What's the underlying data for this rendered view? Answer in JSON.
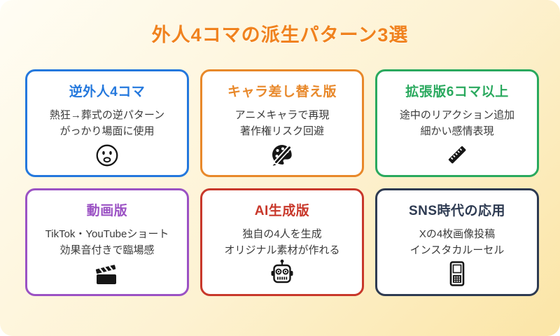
{
  "page": {
    "title": "外人4コマの派生パターン3選",
    "title_color": "#f0821e",
    "background_top": "#fffdf4",
    "background_bottom": "#fbe5a6"
  },
  "cards": [
    {
      "title": "逆外人4コマ",
      "lines": [
        "熱狂→葬式の逆パターン",
        "がっかり場面に使用"
      ],
      "icon": "frowning-face",
      "color": "#2478dd"
    },
    {
      "title": "キャラ差し替え版",
      "lines": [
        "アニメキャラで再現",
        "著作権リスク回避"
      ],
      "icon": "artist-palette",
      "color": "#e8882a"
    },
    {
      "title": "拡張版6コマ以上",
      "lines": [
        "途中のリアクション追加",
        "細かい感情表現"
      ],
      "icon": "ruler",
      "color": "#2aa95e"
    },
    {
      "title": "動画版",
      "lines": [
        "TikTok・YouTubeショート",
        "効果音付きで臨場感"
      ],
      "icon": "clapper-board",
      "color": "#9b52c4"
    },
    {
      "title": "AI生成版",
      "lines": [
        "独自の4人を生成",
        "オリジナル素材が作れる"
      ],
      "icon": "robot",
      "color": "#c8382b"
    },
    {
      "title": "SNS時代の応用",
      "lines": [
        "Xの4枚画像投稿",
        "インスタカルーセル"
      ],
      "icon": "mobile-phone",
      "color": "#2e3b52"
    }
  ]
}
